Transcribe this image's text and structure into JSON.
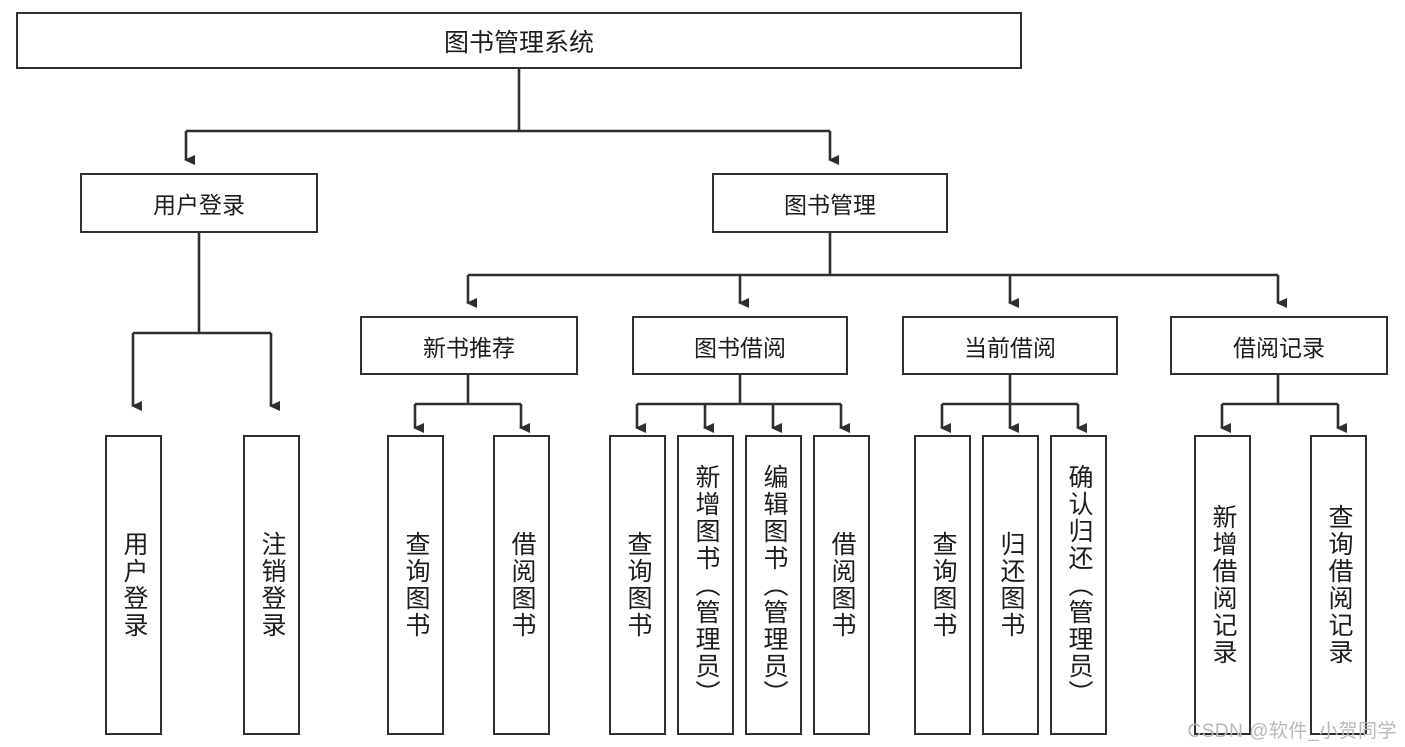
{
  "diagram": {
    "title": "图书管理系统",
    "watermark": "CSDN @软件_小贺同学",
    "colors": {
      "box_border": "#2f2f2f",
      "box_fill": "#ffffff",
      "line": "#2f2f2f",
      "text": "#1d1d1d",
      "watermark": "#b9b9b9",
      "background": "#ffffff"
    },
    "root": {
      "label": "图书管理系统"
    },
    "level1": [
      {
        "label": "用户登录"
      },
      {
        "label": "图书管理"
      }
    ],
    "level2": [
      {
        "label": "新书推荐"
      },
      {
        "label": "图书借阅"
      },
      {
        "label": "当前借阅"
      },
      {
        "label": "借阅记录"
      }
    ],
    "leaves": {
      "user_login": [
        {
          "label": "用户登录"
        },
        {
          "label": "注销登录"
        }
      ],
      "new_book_recommend": [
        {
          "label": "查询图书"
        },
        {
          "label": "借阅图书"
        }
      ],
      "book_borrow": [
        {
          "label": "查询图书"
        },
        {
          "label": "新增图书（管理员）"
        },
        {
          "label": "编辑图书（管理员）"
        },
        {
          "label": "借阅图书"
        }
      ],
      "current_borrow": [
        {
          "label": "查询图书"
        },
        {
          "label": "归还图书"
        },
        {
          "label": "确认归还（管理员）"
        }
      ],
      "borrow_record": [
        {
          "label": "新增借阅记录"
        },
        {
          "label": "查询借阅记录"
        }
      ]
    }
  }
}
